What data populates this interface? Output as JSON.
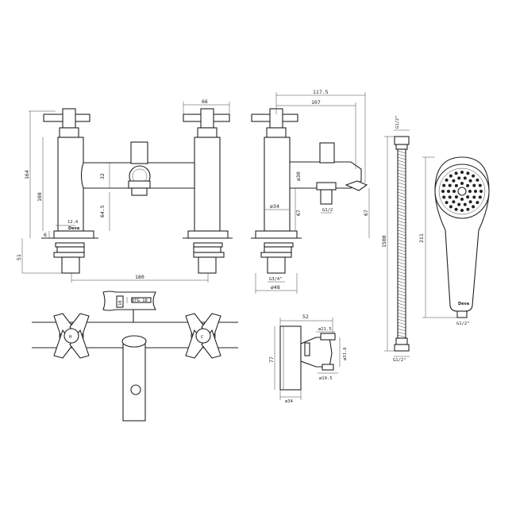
{
  "colors": {
    "line": "#222222",
    "background": "#ffffff"
  },
  "front_view": {
    "dim_overall_width": "180",
    "dim_handle_width": "66",
    "dim_overall_height": "164",
    "dim_height_108": "108",
    "dim_body_dia": "32",
    "dim_spout_height": "64.5",
    "dim_12_4": "12.4",
    "dim_6": "6",
    "dim_51": "51",
    "brand": "Deva"
  },
  "side_view": {
    "dim_117_5": "117.5",
    "dim_107": "107",
    "dim_dia30": "ø30",
    "dim_dia34": "ø34",
    "dim_67_left": "67",
    "dim_67_right": "67",
    "outlet_thread": "G1/2",
    "inlet_thread": "G3/4\"",
    "dim_dia48": "ø48"
  },
  "hose": {
    "thread_top": "G1/2\"",
    "length": "1500",
    "thread_bottom": "G1/2\""
  },
  "handset": {
    "length": "211",
    "thread": "G1/2\"",
    "brand": "Deva"
  },
  "plan_view": {
    "hot_label": "H",
    "cold_label": "C",
    "label_10": "10",
    "label_dtg": "DTG 18"
  },
  "wall_bracket": {
    "dim_52": "52",
    "dim_dia21_5": "ø21.5",
    "dim_dia31_6": "ø31.6",
    "dim_77": "77",
    "dim_dia19_5": "ø19.5",
    "dim_dia34": "ø34"
  }
}
